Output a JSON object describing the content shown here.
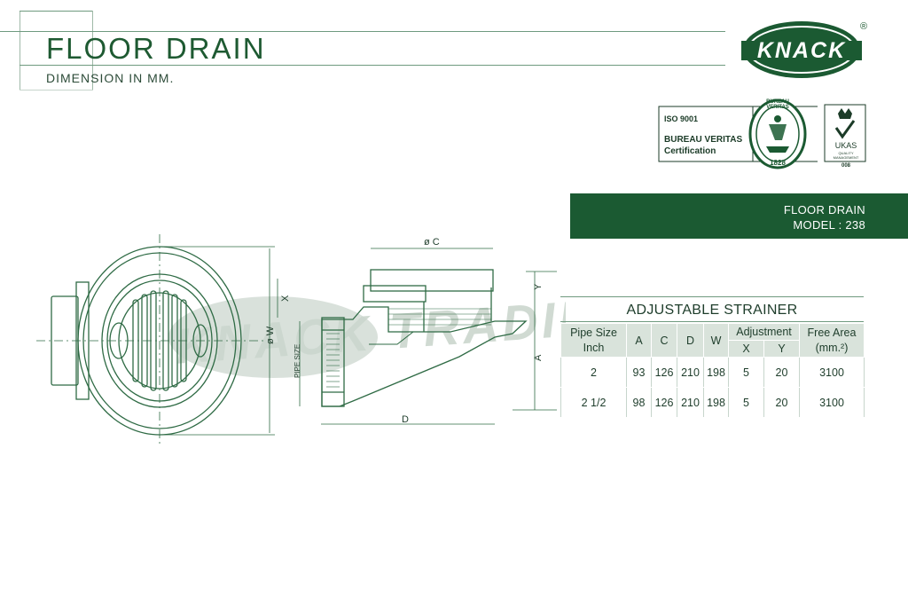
{
  "header": {
    "title": "FLOOR DRAIN",
    "subtitle": "DIMENSION IN MM."
  },
  "brand": {
    "logo_text": "KNACK",
    "registered": "®",
    "color": "#1b5a32",
    "watermark": "KNACK TRADING"
  },
  "certification": {
    "line1": "ISO 9001",
    "line2": "BUREAU VERITAS",
    "line3": "Certification",
    "seal_top": "BUREAU VERITAS",
    "seal_year": "1828",
    "ukas_label": "UKAS",
    "ukas_sub": "QUALITY MANAGEMENT",
    "ukas_num": "008"
  },
  "product": {
    "name": "FLOOR DRAIN",
    "model": "MODEL : 238"
  },
  "drawing_labels": {
    "oc": "ø C",
    "ow": "ø W",
    "x": "X",
    "y": "Y",
    "a": "A",
    "d": "D",
    "pipe_size": "PIPE SIZE"
  },
  "spec_table": {
    "title": "ADJUSTABLE STRAINER",
    "headers": {
      "pipe_size": "Pipe Size",
      "inch": "Inch",
      "a": "A",
      "c": "C",
      "d": "D",
      "w": "W",
      "adjustment": "Adjustment",
      "x": "X",
      "y": "Y",
      "free_area": "Free Area",
      "unit": "(mm.²)"
    },
    "rows": [
      {
        "pipe": "2",
        "a": "93",
        "c": "126",
        "d": "210",
        "w": "198",
        "x": "5",
        "y": "20",
        "free": "3100"
      },
      {
        "pipe": "2 1/2",
        "a": "98",
        "c": "126",
        "d": "210",
        "w": "198",
        "x": "5",
        "y": "20",
        "free": "3100"
      }
    ]
  }
}
